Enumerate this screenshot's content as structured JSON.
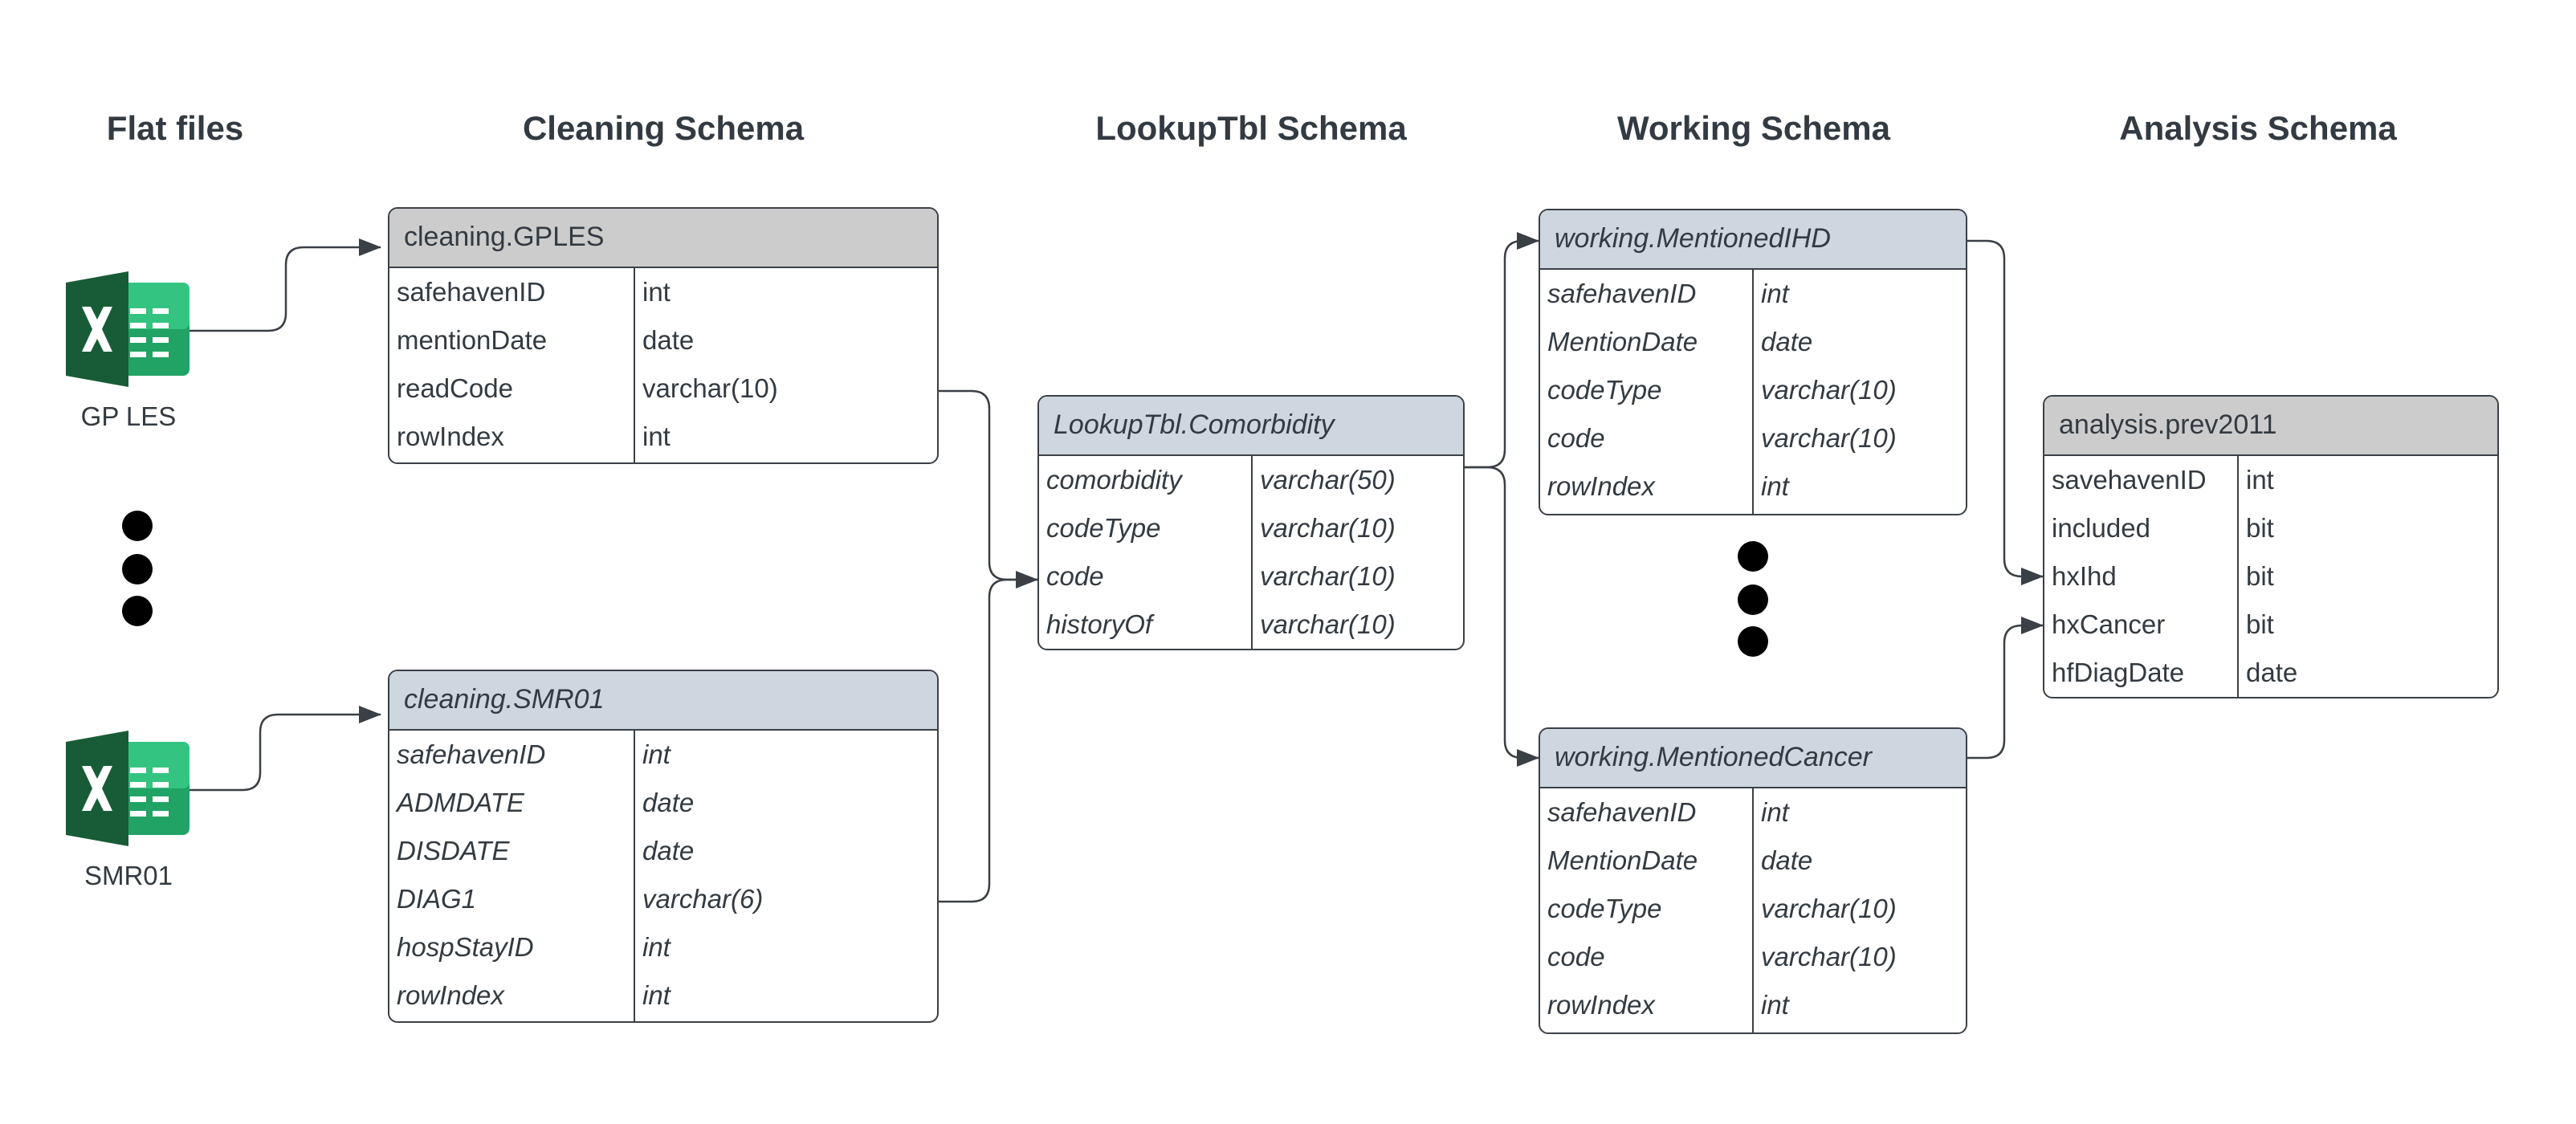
{
  "columns": {
    "flat_files": "Flat files",
    "cleaning": "Cleaning Schema",
    "lookup": "LookupTbl Schema",
    "working": "Working Schema",
    "analysis": "Analysis Schema"
  },
  "files": {
    "gp_les": {
      "label": "GP LES",
      "icon": "excel-icon"
    },
    "smr01": {
      "label": "SMR01",
      "icon": "excel-icon"
    }
  },
  "tables": {
    "gples": {
      "name": "cleaning.GPLES",
      "rows": [
        {
          "field": "safehavenID",
          "type": "int"
        },
        {
          "field": "mentionDate",
          "type": "date"
        },
        {
          "field": "readCode",
          "type": "varchar(10)"
        },
        {
          "field": "rowIndex",
          "type": "int"
        }
      ]
    },
    "smr01": {
      "name": "cleaning.SMR01",
      "rows": [
        {
          "field": "safehavenID",
          "type": "int"
        },
        {
          "field": "ADMDATE",
          "type": "date"
        },
        {
          "field": "DISDATE",
          "type": "date"
        },
        {
          "field": "DIAG1",
          "type": "varchar(6)"
        },
        {
          "field": "hospStayID",
          "type": "int"
        },
        {
          "field": "rowIndex",
          "type": "int"
        }
      ]
    },
    "comorbidity": {
      "name": "LookupTbl.Comorbidity",
      "rows": [
        {
          "field": "comorbidity",
          "type": "varchar(50)"
        },
        {
          "field": "codeType",
          "type": "varchar(10)"
        },
        {
          "field": "code",
          "type": "varchar(10)"
        },
        {
          "field": "historyOf",
          "type": "varchar(10)"
        }
      ]
    },
    "mentioned_ihd": {
      "name": "working.MentionedIHD",
      "rows": [
        {
          "field": "safehavenID",
          "type": "int"
        },
        {
          "field": "MentionDate",
          "type": "date"
        },
        {
          "field": "codeType",
          "type": "varchar(10)"
        },
        {
          "field": "code",
          "type": "varchar(10)"
        },
        {
          "field": "rowIndex",
          "type": "int"
        }
      ]
    },
    "mentioned_cancer": {
      "name": "working.MentionedCancer",
      "rows": [
        {
          "field": "safehavenID",
          "type": "int"
        },
        {
          "field": "MentionDate",
          "type": "date"
        },
        {
          "field": "codeType",
          "type": "varchar(10)"
        },
        {
          "field": "code",
          "type": "varchar(10)"
        },
        {
          "field": "rowIndex",
          "type": "int"
        }
      ]
    },
    "prev2011": {
      "name": "analysis.prev2011",
      "rows": [
        {
          "field": "savehavenID",
          "type": "int"
        },
        {
          "field": "included",
          "type": "bit"
        },
        {
          "field": "hxIhd",
          "type": "bit"
        },
        {
          "field": "hxCancer",
          "type": "bit"
        },
        {
          "field": "hfDiagDate",
          "type": "date"
        }
      ]
    }
  },
  "colors": {
    "text": "#333a41",
    "line": "#3b4047",
    "header_gray": "#cccccc",
    "header_blue": "#ced6e0",
    "excel_dark": "#185c37",
    "excel_mid": "#21a366"
  }
}
